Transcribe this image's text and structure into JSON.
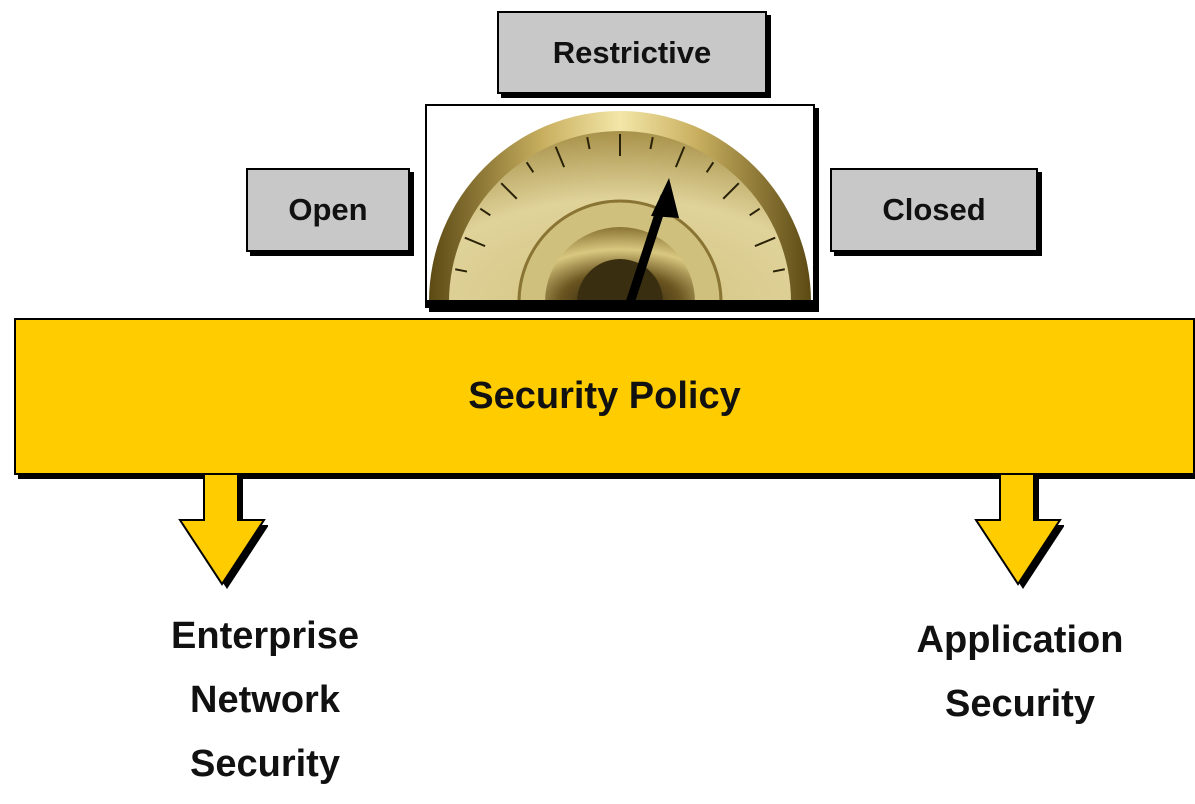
{
  "gauge": {
    "top_label": "Restrictive",
    "left_label": "Open",
    "right_label": "Closed",
    "needle_level": "between Restrictive and Closed"
  },
  "policy_bar": {
    "label": "Security Policy"
  },
  "outputs": {
    "left": {
      "line1": "Enterprise",
      "line2": "Network",
      "line3": "Security"
    },
    "right": {
      "line1": "Application",
      "line2": "Security"
    }
  },
  "colors": {
    "policy_bar": "#ffcc00",
    "label_boxes": "#c8c8c8",
    "gauge_gold": "#c9b46a"
  }
}
